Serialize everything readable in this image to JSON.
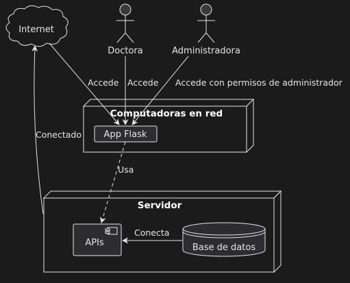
{
  "nodes": {
    "internet": "Internet",
    "doctora": "Doctora",
    "administradora": "Administradora",
    "computadoras": "Computadoras en red",
    "app_flask": "App Flask",
    "servidor": "Servidor",
    "apis": "APIs",
    "base_datos": "Base de datos"
  },
  "edges": {
    "internet_app": "Accede",
    "doctora_app": "Accede",
    "admin_app": "Accede con permisos de administrador",
    "app_apis": "Usa",
    "servidor_internet": "Conectado",
    "db_apis": "Conecta"
  },
  "colors": {
    "background": "#1b1b1b",
    "line": "#e6e6e6",
    "component_fill": "#2d2d31"
  }
}
